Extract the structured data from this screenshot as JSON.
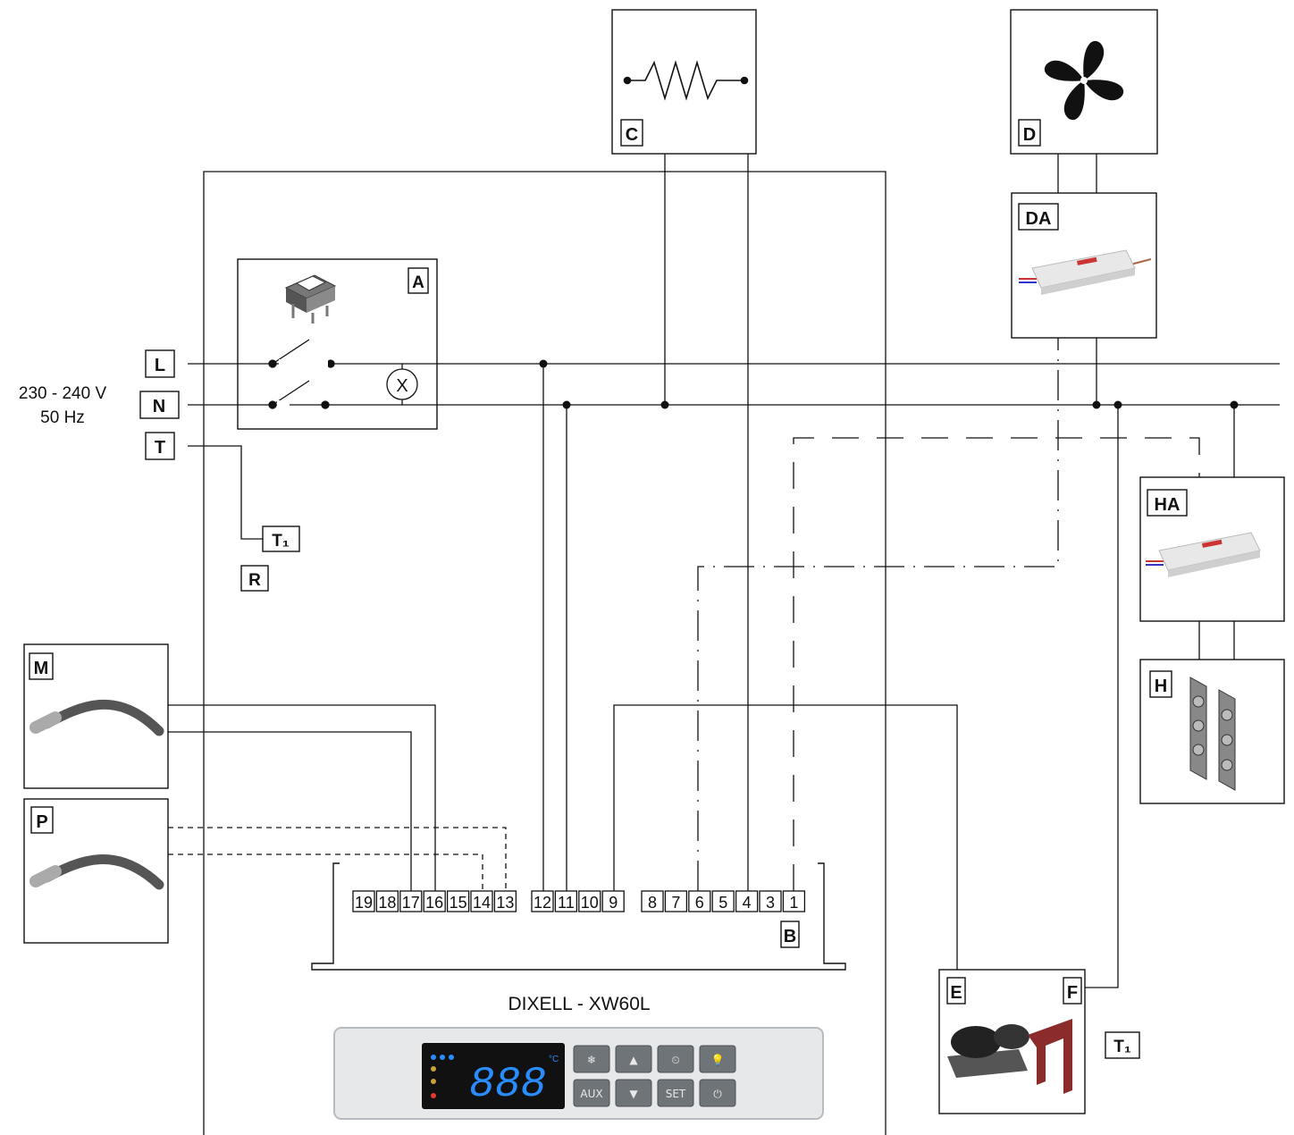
{
  "supply": {
    "voltage": "230 - 240 V",
    "frequency": "50 Hz"
  },
  "lines": {
    "L": "L",
    "N": "N",
    "T": "T"
  },
  "labels": {
    "A": "A",
    "B": "B",
    "C": "C",
    "D": "D",
    "DA": "DA",
    "E": "E",
    "F": "F",
    "H": "H",
    "HA": "HA",
    "M": "M",
    "P": "P",
    "R": "R",
    "T1_left": "T₁",
    "T1_right": "T₁"
  },
  "controller": {
    "model": "DIXELL - XW60L",
    "display": "888",
    "unit": "°C",
    "buttons": [
      "❄",
      "▲",
      "⏲",
      "💡",
      "AUX",
      "▼",
      "SET",
      "⏻"
    ]
  },
  "terminals_left": [
    "19",
    "18",
    "17",
    "16",
    "15",
    "14",
    "13"
  ],
  "terminals_mid": [
    "12",
    "11",
    "10",
    "9"
  ],
  "terminals_right": [
    "8",
    "7",
    "6",
    "5",
    "4",
    "3",
    "1"
  ],
  "lamp_symbol": "X",
  "colors": {
    "wire": "#111111",
    "panel": "#e6e8ea",
    "lcd_bg": "#111111",
    "lcd_digit": "#2a8dff",
    "led_red": "#e23b2e"
  }
}
